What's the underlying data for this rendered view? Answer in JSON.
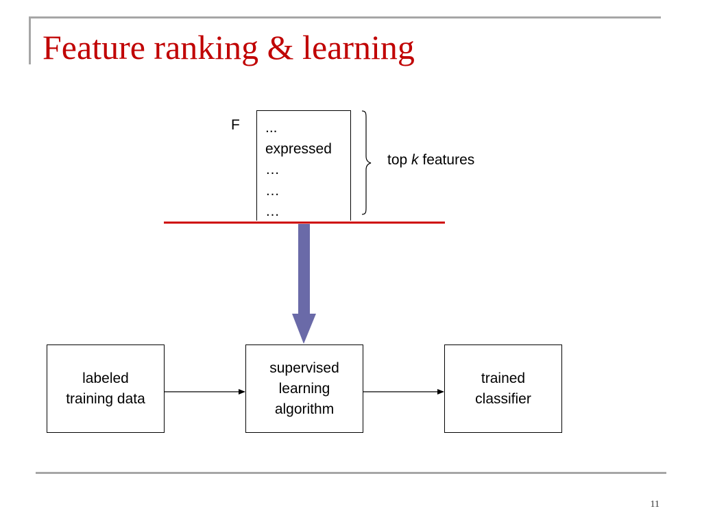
{
  "slide": {
    "title": "Feature ranking & learning",
    "page_number": "11"
  },
  "feature_list": {
    "label": "F",
    "items": [
      "...",
      "expressed",
      "…",
      "…",
      "…"
    ]
  },
  "brace_label": {
    "prefix": "top ",
    "italic": "k",
    "suffix": " features"
  },
  "flow": {
    "input_box": {
      "line1": "labeled",
      "line2": "training data"
    },
    "algorithm_box": {
      "line1": "supervised",
      "line2": "learning",
      "line3": "algorithm"
    },
    "output_box": {
      "line1": "trained",
      "line2": "classifier"
    }
  },
  "colors": {
    "title": "#c00000",
    "cut_line": "#cc0000",
    "big_arrow": "#6a6aa8",
    "frame": "#a6a6a6"
  }
}
